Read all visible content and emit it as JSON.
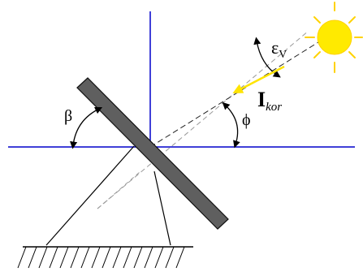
{
  "diagram": {
    "labels": {
      "epsilon": "ε",
      "epsilon_sub": "V",
      "intensity": "I",
      "intensity_sub": "kor",
      "phi": "ϕ",
      "beta": "β"
    },
    "icons": [
      "sun-icon",
      "ground-hatch-icon"
    ],
    "colors": {
      "axis": "#0000cc",
      "sun": "#ffea00",
      "sun_rays": "#ffd200",
      "panel_fill": "#5f5f5f",
      "panel_stroke": "#111111",
      "incident_arrow": "#ffe400",
      "ink": "#000000",
      "dashed": "#999999",
      "background": "#ffffff"
    }
  }
}
